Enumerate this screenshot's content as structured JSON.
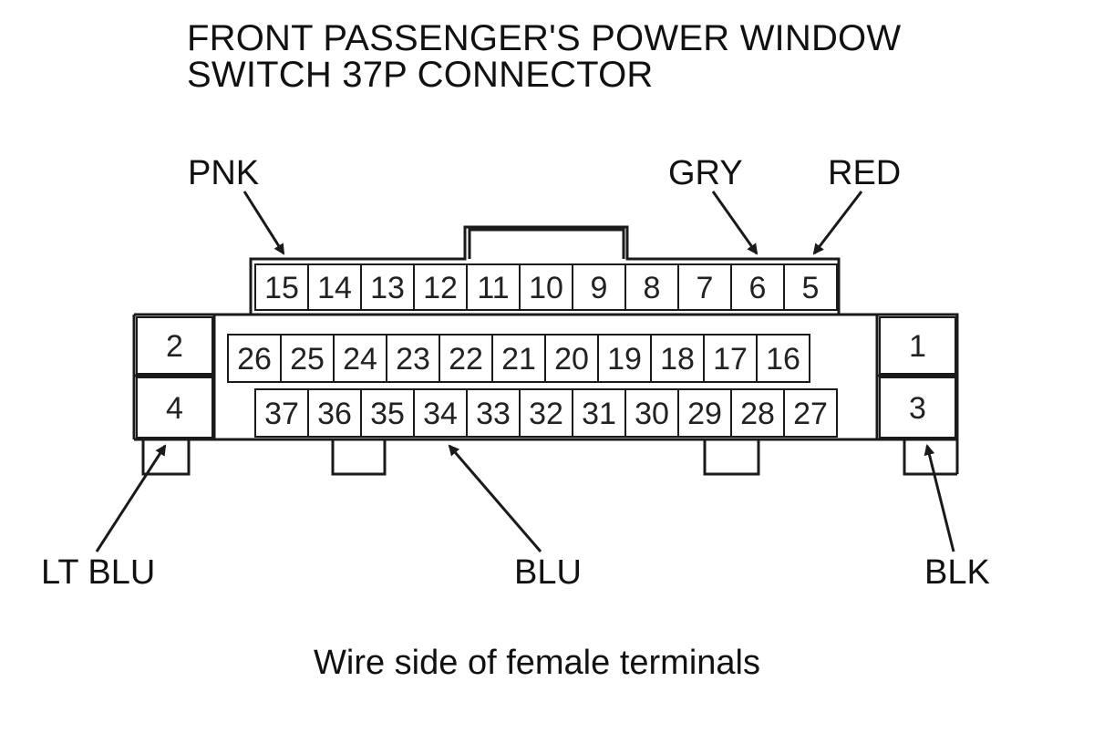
{
  "title": {
    "line1": "FRONT PASSENGER'S POWER WINDOW",
    "line2": "SWITCH 37P CONNECTOR"
  },
  "wire_labels": {
    "pnk": "PNK",
    "gry": "GRY",
    "red": "RED",
    "lt_blu": "LT BLU",
    "blu": "BLU",
    "blk": "BLK"
  },
  "caption": "Wire side of female terminals",
  "connector": {
    "top_row": [
      "15",
      "14",
      "13",
      "12",
      "11",
      "10",
      "9",
      "8",
      "7",
      "6",
      "5"
    ],
    "middle_row": [
      "26",
      "25",
      "24",
      "23",
      "22",
      "21",
      "20",
      "19",
      "18",
      "17",
      "16"
    ],
    "bottom_row": [
      "37",
      "36",
      "35",
      "34",
      "33",
      "32",
      "31",
      "30",
      "29",
      "28",
      "27"
    ],
    "left_pins": [
      "2",
      "4"
    ],
    "right_pins": [
      "1",
      "3"
    ]
  },
  "colors": {
    "line": "#1a1a1a",
    "cell_fill": "#ffffff",
    "shadow": "#c8c8c8"
  }
}
